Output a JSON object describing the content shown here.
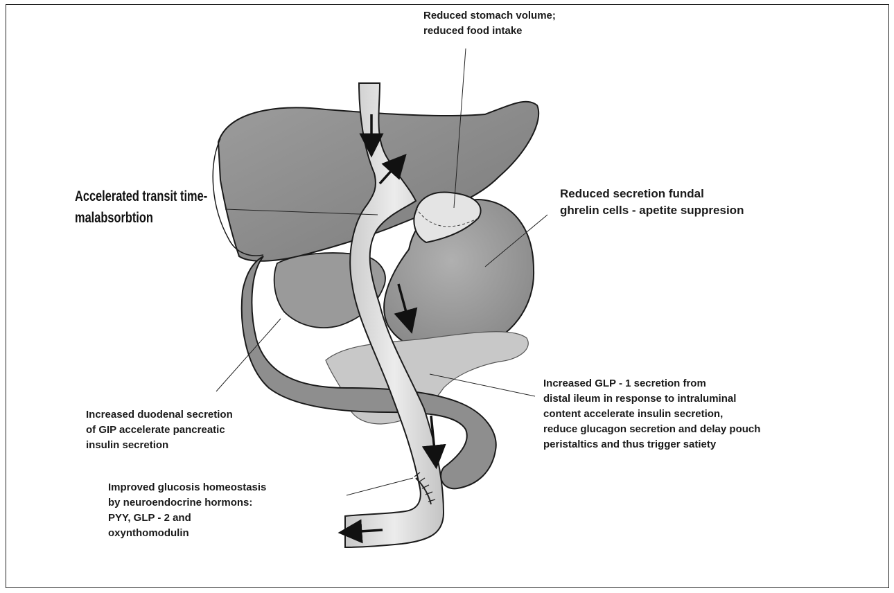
{
  "figure": {
    "labels": {
      "stomach_volume": "Reduced stomach volume;\nreduced food intake",
      "transit_time": "Accelerated transit time-\nmalabsorbtion",
      "ghrelin": "Reduced secretion fundal\nghrelin cells - apetite suppresion",
      "duodenal": "Increased duodenal secretion\nof GIP accelerate pancreatic\ninsulin secretion",
      "glp1": "Increased GLP - 1 secretion from\ndistal ileum in response to intraluminal\ncontent accelerate insulin secretion,\nreduce glucagon secretion and delay pouch\nperistaltics and thus trigger satiety",
      "glucose": "Improved glucosis homeostasis\nby neuroendocrine hormons:\nPYY, GLP - 2 and\noxynthomodulin"
    },
    "colors": {
      "liver": "#8a8a8a",
      "stomach": "#9a9a9a",
      "pancreas": "#c4c4c4",
      "intestine_lumen": "#d8d8d8",
      "outline": "#1a1a1a"
    }
  }
}
